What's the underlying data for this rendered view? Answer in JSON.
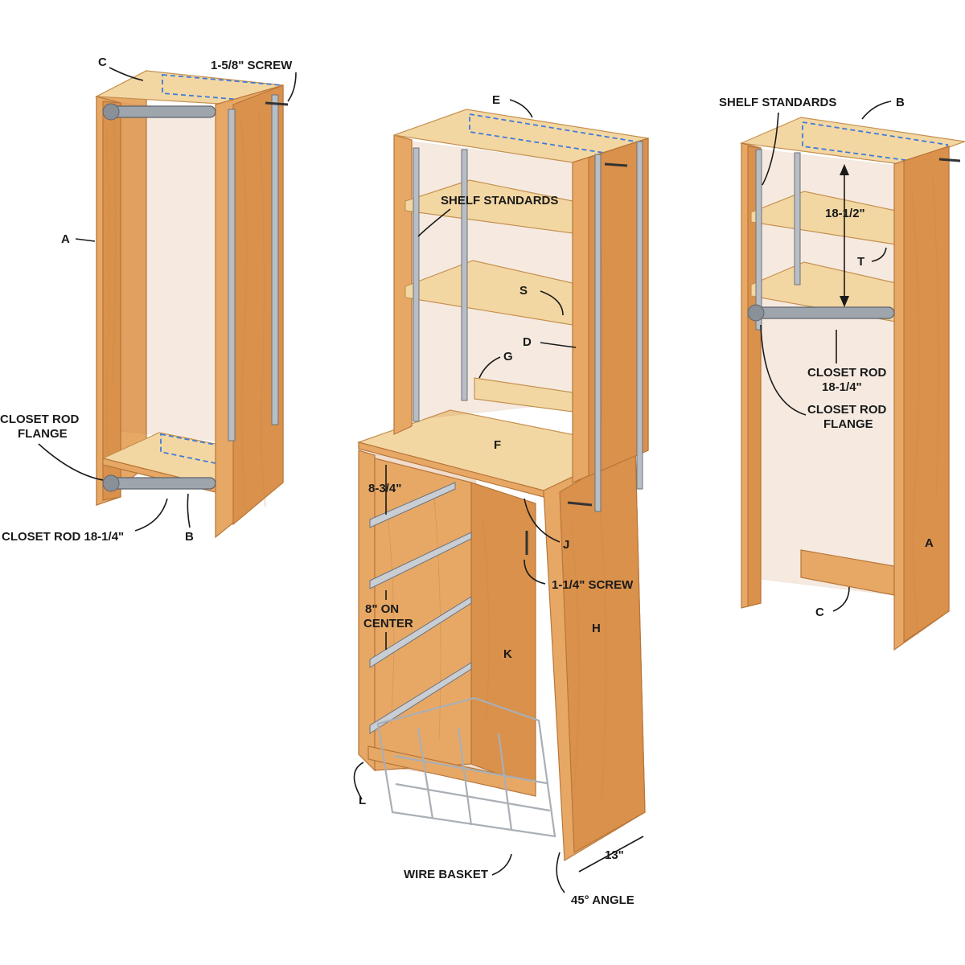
{
  "left_unit": {
    "labels": {
      "a": "A",
      "b": "B",
      "c": "C",
      "screw": "1-5/8\" SCREW",
      "flange_line1": "CLOSET ROD",
      "flange_line2": "FLANGE",
      "rod": "CLOSET ROD 18-1/4\""
    }
  },
  "center_unit": {
    "labels": {
      "e": "E",
      "shelf_standards": "SHELF STANDARDS",
      "s": "S",
      "d": "D",
      "g": "G",
      "f": "F",
      "dim_8_3_4": "8-3/4\"",
      "j": "J",
      "screw": "1-1/4\" SCREW",
      "on_center_line1": "8\" ON",
      "on_center_line2": "CENTER",
      "k": "K",
      "h": "H",
      "l": "L",
      "wire_basket": "WIRE BASKET",
      "dim_13": "13\"",
      "angle": "45° ANGLE"
    }
  },
  "right_unit": {
    "labels": {
      "shelf_standards": "SHELF STANDARDS",
      "b": "B",
      "dim_18_1_2": "18-1/2\"",
      "t": "T",
      "rod_line1": "CLOSET ROD",
      "rod_line2": "18-1/4\"",
      "flange_line1": "CLOSET ROD",
      "flange_line2": "FLANGE",
      "a": "A",
      "c": "C"
    }
  },
  "colors": {
    "wood_face": "#e7a866",
    "wood_top": "#f3d7a3",
    "metal": "#b9bec4",
    "hidden_outline": "#3f7bd8"
  }
}
